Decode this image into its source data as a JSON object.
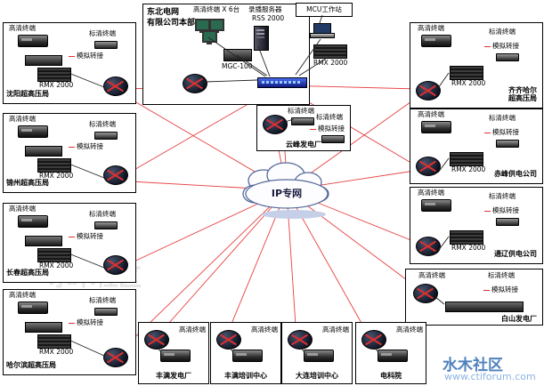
{
  "cloud": {
    "label": "IP专网"
  },
  "labels": {
    "hd": "高清终端",
    "sd": "标清终端",
    "analog": "模拟转接",
    "rmx": "RMX 2000"
  },
  "hq": {
    "name": "东北电网\n有限公司本部",
    "hd_label": "高清终端 X 6台",
    "rss_label": "录播服务器",
    "rss_model": "RSS 2000",
    "mcu_label": "MCU工作站",
    "mgc_label": "MGC-100",
    "rmx_label": "RMX 2000"
  },
  "sites_left": [
    {
      "name": "沈阳超高压局"
    },
    {
      "name": "锦州超高压局"
    },
    {
      "name": "长春超高压局"
    },
    {
      "name": "哈尔滨超高压局"
    }
  ],
  "sites_right": [
    {
      "name": "齐齐哈尔\n超高压局"
    },
    {
      "name": "赤峰供电公司"
    },
    {
      "name": "通辽供电公司"
    },
    {
      "name": "白山发电厂"
    }
  ],
  "site_mid": {
    "name": "云峰发电厂"
  },
  "sites_bottom": [
    {
      "name": "丰满发电厂"
    },
    {
      "name": "丰满培训中心"
    },
    {
      "name": "大连培训中心"
    },
    {
      "name": "电科院"
    }
  ],
  "watermark": {
    "brand": "水木社区",
    "url": "www.ctiforum.com"
  }
}
